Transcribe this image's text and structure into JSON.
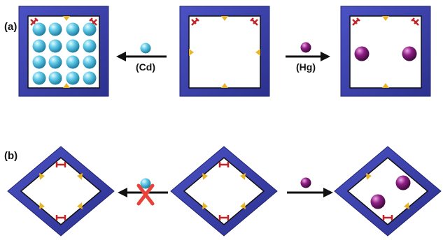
{
  "panels": {
    "a": {
      "label": "(a)"
    },
    "b": {
      "label": "(b)"
    }
  },
  "arrows": {
    "cd_label": "(Cd)",
    "hg_label": "(Hg)"
  },
  "colors": {
    "frame": "#3a3fa6",
    "frame_edge": "#27297a",
    "ligand_red": "#c0262a",
    "ligand_yellow": "#e8b52a",
    "cd_ion": "#5ec9e6",
    "hg_ion": "#8e1e86",
    "block_mark": "#e8423b"
  },
  "icons": {
    "cd": "cyan-sphere",
    "hg": "purple-sphere",
    "blocked": "red-x-mark"
  }
}
